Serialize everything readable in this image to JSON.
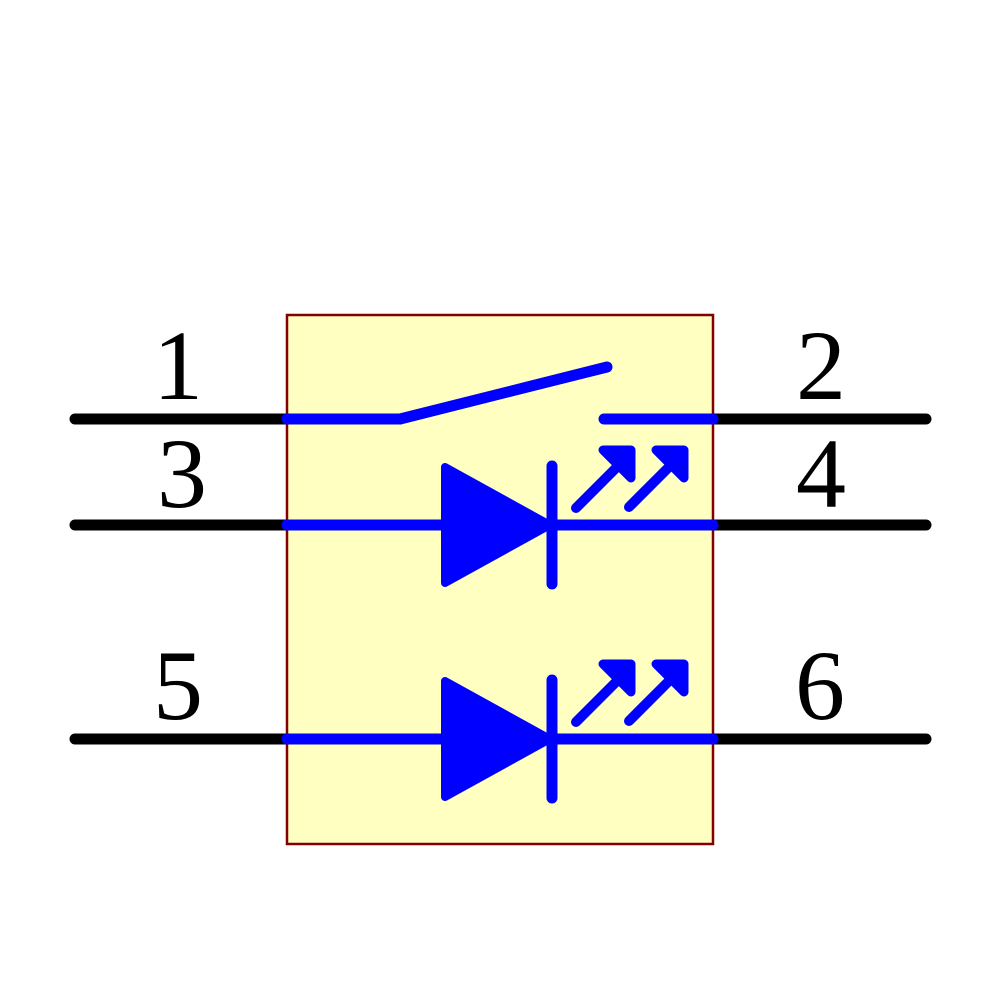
{
  "colors": {
    "background": "#FFFFFF",
    "body_fill": "#FFFFC2",
    "body_outline": "#840000",
    "symbol_blue": "#0000FF",
    "pin_black": "#000000",
    "label_black": "#000000"
  },
  "component": {
    "rows": [
      {
        "left_pin": "1",
        "right_pin": "2",
        "symbol_icon": "spst-switch-icon"
      },
      {
        "left_pin": "3",
        "right_pin": "4",
        "symbol_icon": "led-icon"
      },
      {
        "left_pin": "5",
        "right_pin": "6",
        "symbol_icon": "led-icon"
      }
    ]
  }
}
